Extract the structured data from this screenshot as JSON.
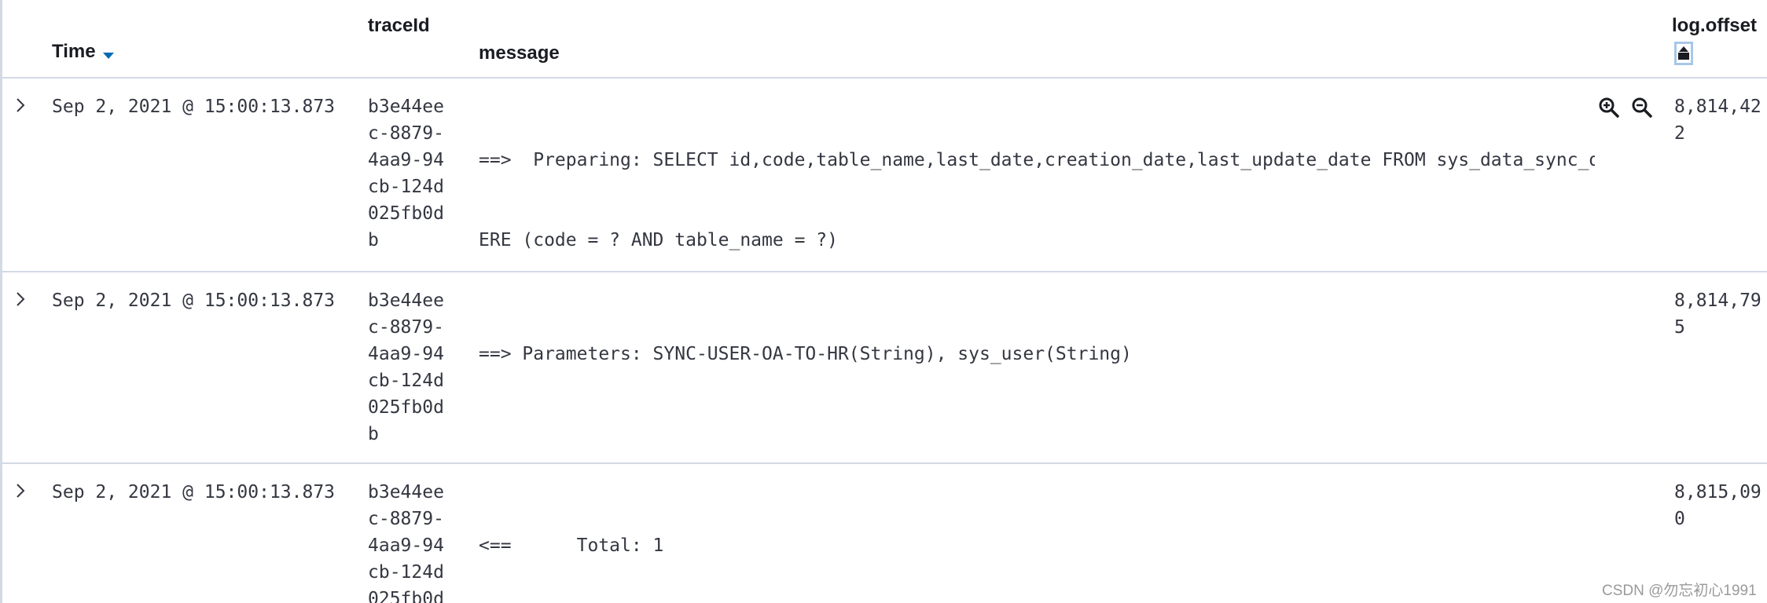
{
  "columns": {
    "time": "Time",
    "trace_id": "traceId",
    "message": "message",
    "log_offset": "log.offset"
  },
  "rows": [
    {
      "time": "Sep 2, 2021 @ 15:00:13.873",
      "trace_lines": [
        "b3e44ee",
        "c-8879-",
        "4aa9-94",
        "cb-124d",
        "025fb0d",
        "b"
      ],
      "message_lines": [
        "==>  Preparing: SELECT id,code,table_name,last_date,creation_date,last_update_date FROM sys_data_sync_date WH",
        "ERE (code = ? AND table_name = ?)"
      ],
      "offset_lines": [
        "8,814,42",
        "2"
      ]
    },
    {
      "time": "Sep 2, 2021 @ 15:00:13.873",
      "trace_lines": [
        "b3e44ee",
        "c-8879-",
        "4aa9-94",
        "cb-124d",
        "025fb0d",
        "b"
      ],
      "message_lines": [
        "==> Parameters: SYNC-USER-OA-TO-HR(String), sys_user(String)"
      ],
      "offset_lines": [
        "8,814,79",
        "5"
      ]
    },
    {
      "time": "Sep 2, 2021 @ 15:00:13.873",
      "trace_lines": [
        "b3e44ee",
        "c-8879-",
        "4aa9-94",
        "cb-124d",
        "025fb0d"
      ],
      "message_lines": [
        "<==      Total: 1"
      ],
      "offset_lines": [
        "8,815,09",
        "0"
      ]
    }
  ],
  "icons": {
    "expand": "chevron-right-icon",
    "sort_desc": "sort-descending-icon",
    "sort_asc": "sort-ascending-icon",
    "zoom_in": "zoom-in-icon",
    "zoom_out": "zoom-out-icon"
  },
  "colors": {
    "accent": "#006bb4",
    "border": "#d3dae6",
    "text": "#343741",
    "heading": "#1a1c21"
  },
  "watermark": "CSDN @勿忘初心1991"
}
